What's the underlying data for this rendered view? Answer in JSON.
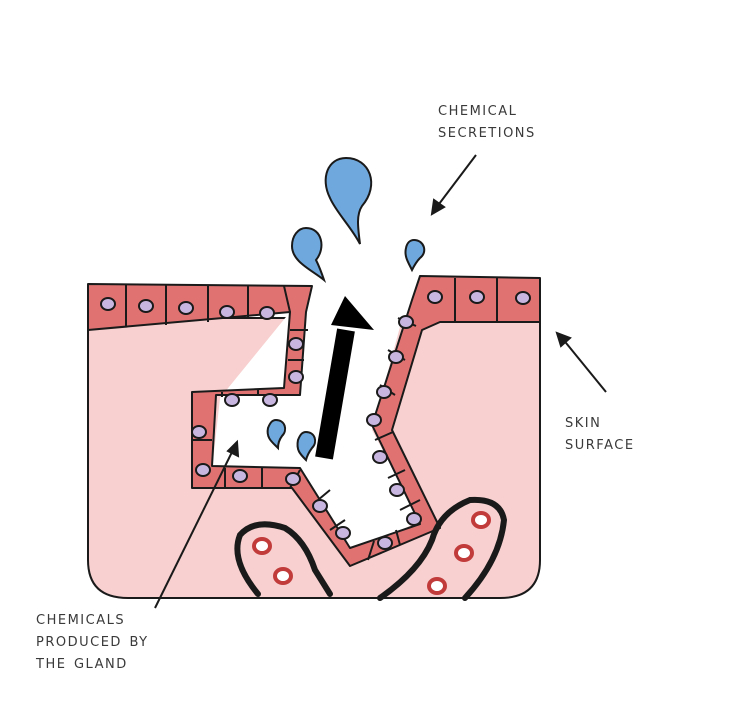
{
  "labels": {
    "secretions": [
      "Chemical",
      "secretions"
    ],
    "skin": [
      "Skin",
      "surface"
    ],
    "gland": [
      "Chemicals",
      "produced by",
      "the gland"
    ]
  },
  "colors": {
    "epidermis": "#e07372",
    "dermis": "#f7d0cf",
    "nucleus": "#c9b6e0",
    "droplet": "#6fa8dc",
    "blood_cell": "#c23b3b",
    "outline": "#1a1a1a"
  }
}
